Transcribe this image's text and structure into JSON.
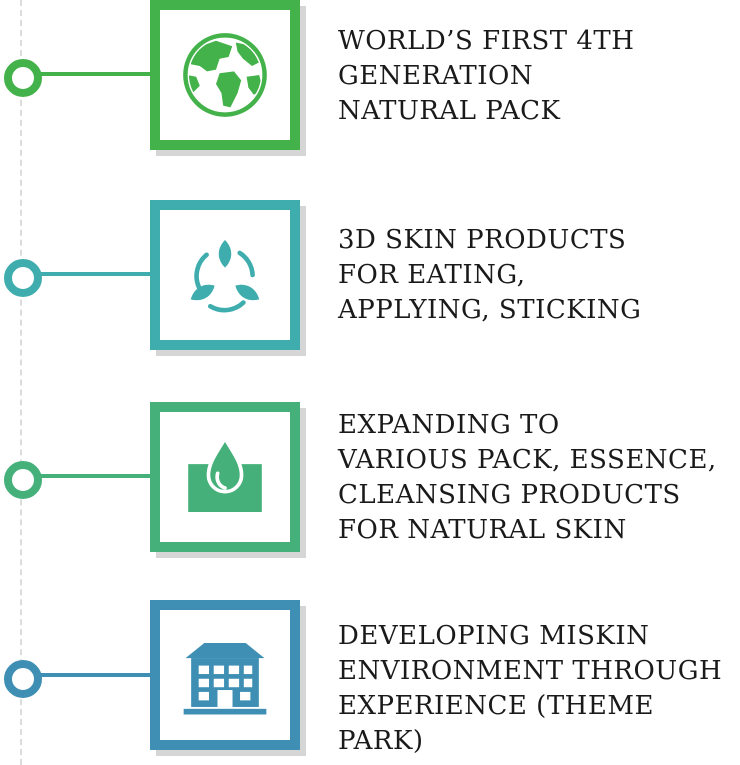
{
  "items": [
    {
      "id": "natural-pack",
      "color": "#44b24a",
      "icon": "globe-icon",
      "text": "WORLD’S FIRST 4TH\nGENERATION\nNATURAL PACK"
    },
    {
      "id": "3d-skin",
      "color": "#3fadad",
      "icon": "recycle-leaves-icon",
      "text": "3D SKIN PRODUCTS\nFOR EATING,\nAPPLYING, STICKING"
    },
    {
      "id": "expanding-products",
      "color": "#45b07a",
      "icon": "water-drop-icon",
      "text": "EXPANDING TO\nVARIOUS PACK, ESSENCE,\nCLEANSING PRODUCTS\nFOR NATURAL SKIN"
    },
    {
      "id": "theme-park",
      "color": "#3e8fb3",
      "icon": "building-icon",
      "text": "DEVELOPING MISKIN\nENVIRONMENT THROUGH\nEXPERIENCE (THEME PARK)"
    }
  ]
}
